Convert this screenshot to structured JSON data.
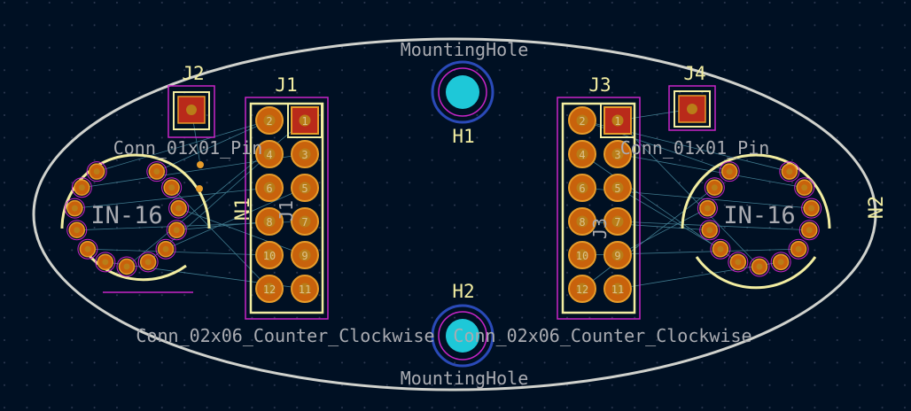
{
  "colors": {
    "background": "#001023",
    "grid_dot": "#2e3a52",
    "edge_cut": "#d0d2cd",
    "silk_yellow": "#f2eda1",
    "silk_gray": "#a9abb1",
    "courtyard_magenta": "#c724c7",
    "pad_orange": "#c8620c",
    "pad_ring": "#e69b2a",
    "pad_square": "#b92a1a",
    "drill": "#b97d18",
    "mount_hole": "#1ec8d8",
    "mount_ring": "#2a4ab8",
    "ratsnest": "#4a8ca0"
  },
  "labels": {
    "h1_value": "MountingHole",
    "h1_ref": "H1",
    "h2_value": "MountingHole",
    "h2_ref": "H2",
    "j1_ref": "J1",
    "j1_fab": "J1",
    "j3_ref": "J3",
    "j3_fab": "J3",
    "j2_ref": "J2",
    "j4_ref": "J4",
    "j2_value": "Conn_01x01_Pin",
    "j4_value": "Conn_01x01_Pin",
    "j1_value": "Conn_02x06_Counter_Clockwise",
    "j3_value": "Conn_02x06_Counter_Clockwise",
    "n1_ref": "N1",
    "n2_ref": "N2",
    "n1_value": "IN-16",
    "n2_value": "IN-16"
  },
  "pin_numbers": {
    "j_left_column": [
      "2",
      "4",
      "6",
      "8",
      "10",
      "12"
    ],
    "j_right_column": [
      "1",
      "3",
      "5",
      "7",
      "9",
      "11"
    ]
  }
}
